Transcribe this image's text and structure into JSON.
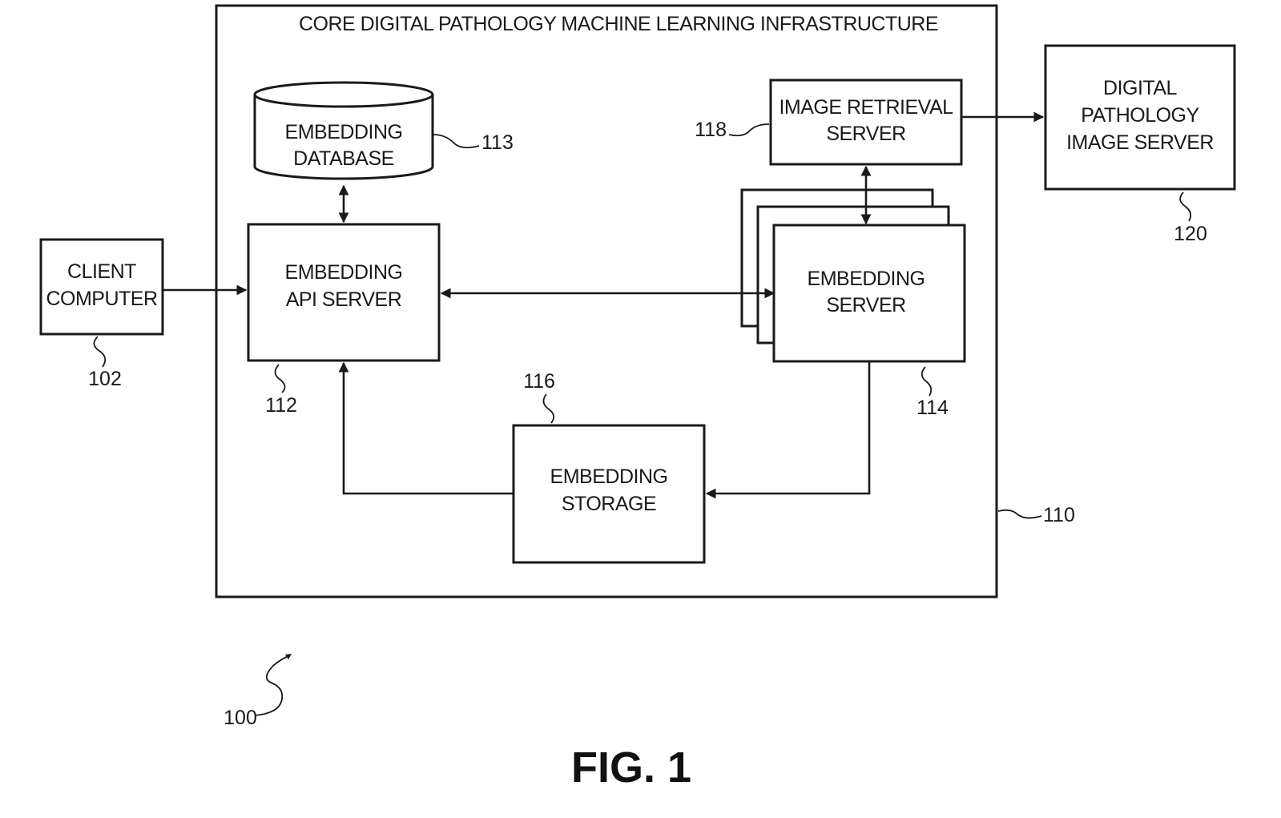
{
  "infrastructure": {
    "title": "CORE DIGITAL PATHOLOGY MACHINE LEARNING INFRASTRUCTURE",
    "ref": "110"
  },
  "client_computer": {
    "line1": "CLIENT",
    "line2": "COMPUTER",
    "ref": "102"
  },
  "embedding_database": {
    "line1": "EMBEDDING",
    "line2": "DATABASE",
    "ref": "113"
  },
  "embedding_api_server": {
    "line1": "EMBEDDING",
    "line2": "API SERVER",
    "ref": "112"
  },
  "image_retrieval_server": {
    "line1": "IMAGE RETRIEVAL",
    "line2": "SERVER",
    "ref": "118"
  },
  "embedding_server": {
    "line1": "EMBEDDING",
    "line2": "SERVER",
    "ref": "114"
  },
  "embedding_storage": {
    "line1": "EMBEDDING",
    "line2": "STORAGE",
    "ref": "116"
  },
  "digital_pathology_image_server": {
    "line1": "DIGITAL",
    "line2": "PATHOLOGY",
    "line3": "IMAGE SERVER",
    "ref": "120"
  },
  "system_ref": "100",
  "figure_label": "FIG. 1"
}
